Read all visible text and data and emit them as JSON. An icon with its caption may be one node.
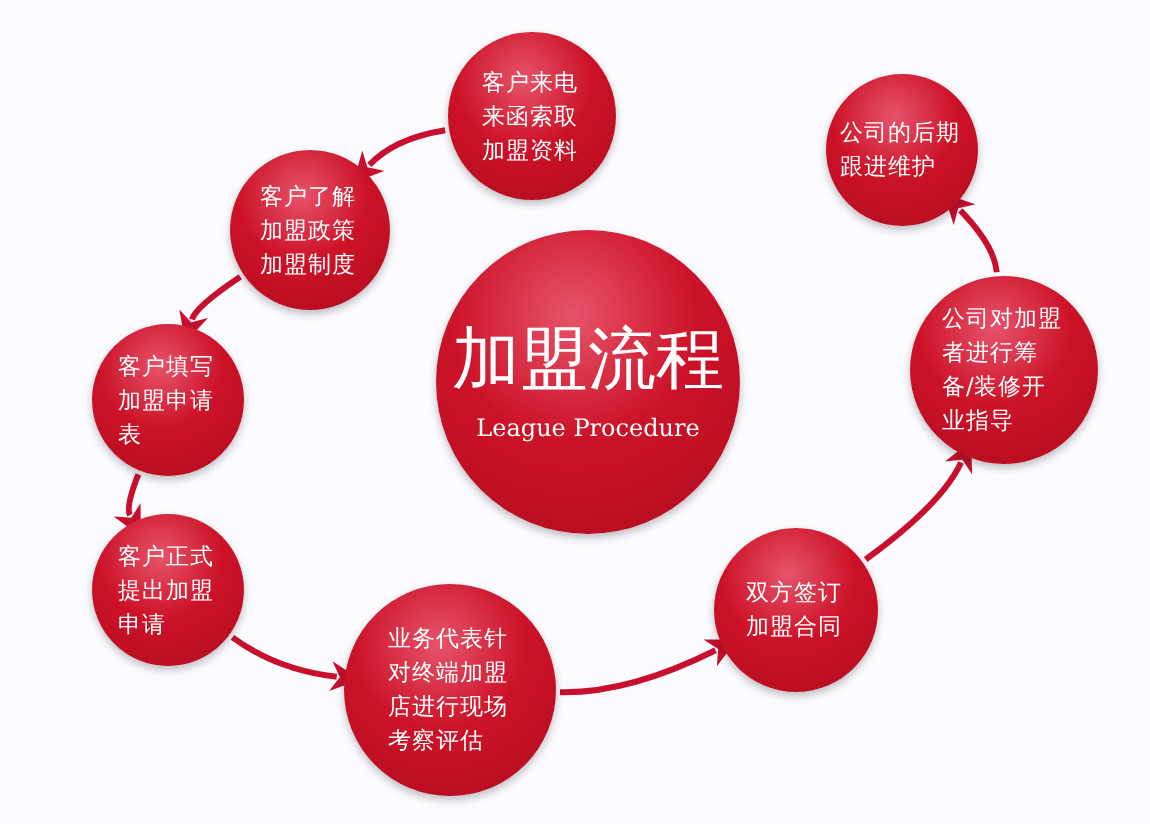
{
  "diagram": {
    "nodes": [
      {
        "text": [
          "加盟流程",
          "League Procedure"
        ]
      },
      {
        "text": [
          "客户来电来函索取加盟资料"
        ]
      },
      {
        "text": [
          "客户了解加盟政策加盟制度"
        ]
      },
      {
        "text": [
          "客户填写加盟申请表"
        ]
      },
      {
        "text": [
          "客户正式提出加盟申请"
        ]
      },
      {
        "text": [
          "业务代表针对终端加盟店进行现场考察评估"
        ]
      },
      {
        "text": [
          "双方签订加盟合同"
        ]
      },
      {
        "text": [
          "公司对加盟者进行筹备/装修开业指导"
        ]
      },
      {
        "text": [
          "公司的后期跟进维护"
        ]
      }
    ],
    "edges": [
      {
        "from": 1,
        "to": 2,
        "arrow": "to"
      },
      {
        "from": 2,
        "to": 3,
        "arrow": "to"
      },
      {
        "from": 3,
        "to": 4,
        "arrow": "to"
      },
      {
        "from": 4,
        "to": 5,
        "arrow": "to"
      },
      {
        "from": 5,
        "to": 6,
        "arrow": "to"
      },
      {
        "from": 6,
        "to": 7,
        "arrow": "to"
      },
      {
        "from": 7,
        "to": 8,
        "arrow": "to"
      }
    ]
  }
}
